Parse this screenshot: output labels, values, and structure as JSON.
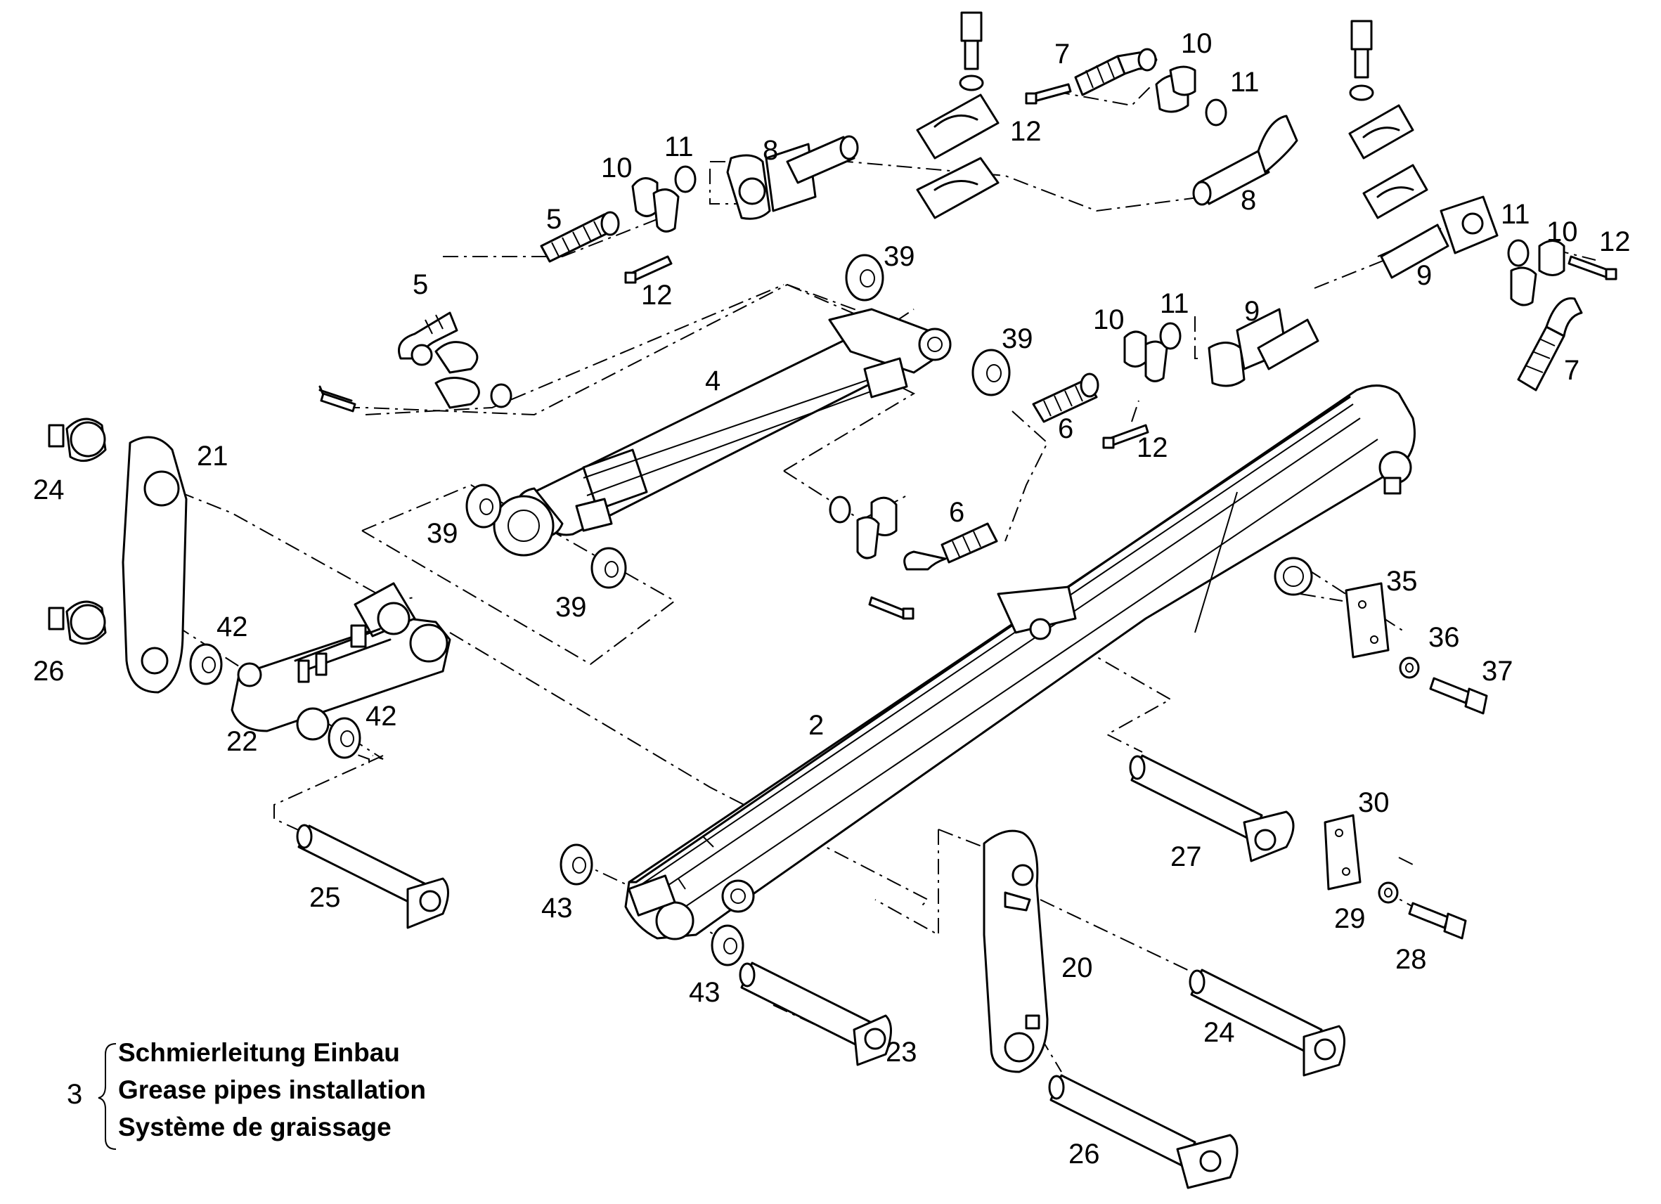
{
  "callouts": {
    "c2": "2",
    "c3": "3",
    "c4": "4",
    "c5a": "5",
    "c5b": "5",
    "c6a": "6",
    "c6b": "6",
    "c7a": "7",
    "c7b": "7",
    "c8a": "8",
    "c8b": "8",
    "c9a": "9",
    "c9b": "9",
    "c10a": "10",
    "c10b": "10",
    "c10c": "10",
    "c10d": "10",
    "c11a": "11",
    "c11b": "11",
    "c11c": "11",
    "c11d": "11",
    "c12a": "12",
    "c12b": "12",
    "c12c": "12",
    "c12d": "12",
    "c20": "20",
    "c21": "21",
    "c22": "22",
    "c23": "23",
    "c24a": "24",
    "c24b": "24",
    "c25": "25",
    "c26a": "26",
    "c26b": "26",
    "c27": "27",
    "c28": "28",
    "c29": "29",
    "c30": "30",
    "c35": "35",
    "c36": "36",
    "c37": "37",
    "c39a": "39",
    "c39b": "39",
    "c39c": "39",
    "c39d": "39",
    "c42a": "42",
    "c42b": "42",
    "c43a": "43",
    "c43b": "43"
  },
  "legend": {
    "number": "3",
    "line_de": "Schmierleitung Einbau",
    "line_en": "Grease pipes installation",
    "line_fr": "Système de graissage"
  }
}
